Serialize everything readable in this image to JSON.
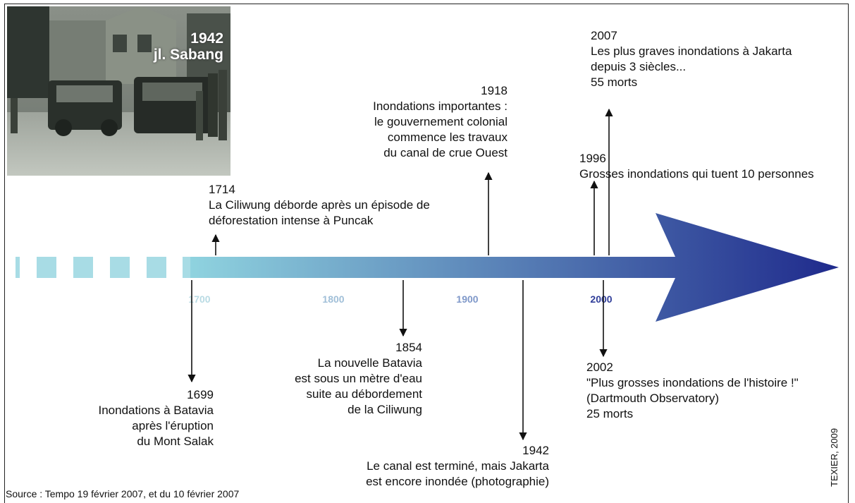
{
  "photo": {
    "year": "1942",
    "place": "jl. Sabang"
  },
  "axis": {
    "ticks": [
      "1700",
      "1800",
      "1900",
      "2000"
    ],
    "colors": [
      "#b9dbe4",
      "#a0bfd8",
      "#7f98c9",
      "#2f3d99"
    ],
    "arrow_start_color": "#8fd3df",
    "arrow_end_color": "#1f2a8c"
  },
  "events": [
    {
      "year": "1714",
      "text": "La Ciliwung déborde après un épisode  de\ndéforestation intense à Puncak"
    },
    {
      "year": "1918",
      "text": "Inondations importantes :\nle gouvernement colonial\ncommence les travaux\ndu canal de crue Ouest"
    },
    {
      "year": "2007",
      "text": "Les plus graves inondations à Jakarta\ndepuis 3 siècles...\n55 morts"
    },
    {
      "year": "1996",
      "text": "Grosses inondations qui tuent 10 personnes"
    },
    {
      "year": "1699",
      "text": "Inondations à Batavia\naprès l'éruption\ndu Mont Salak"
    },
    {
      "year": "1854",
      "text": "La nouvelle Batavia\nest sous un mètre d'eau\nsuite au débordement\nde la Ciliwung"
    },
    {
      "year": "1942",
      "text": "Le canal est terminé, mais Jakarta\nest encore inondée (photographie)"
    },
    {
      "year": "2002",
      "text": "\"Plus grosses inondations de l'histoire !\"\n(Dartmouth Observatory)\n25 morts"
    }
  ],
  "source": "Source : Tempo 19 février 2007, et du 10 février 2007",
  "credit": "TEXIER, 2009"
}
